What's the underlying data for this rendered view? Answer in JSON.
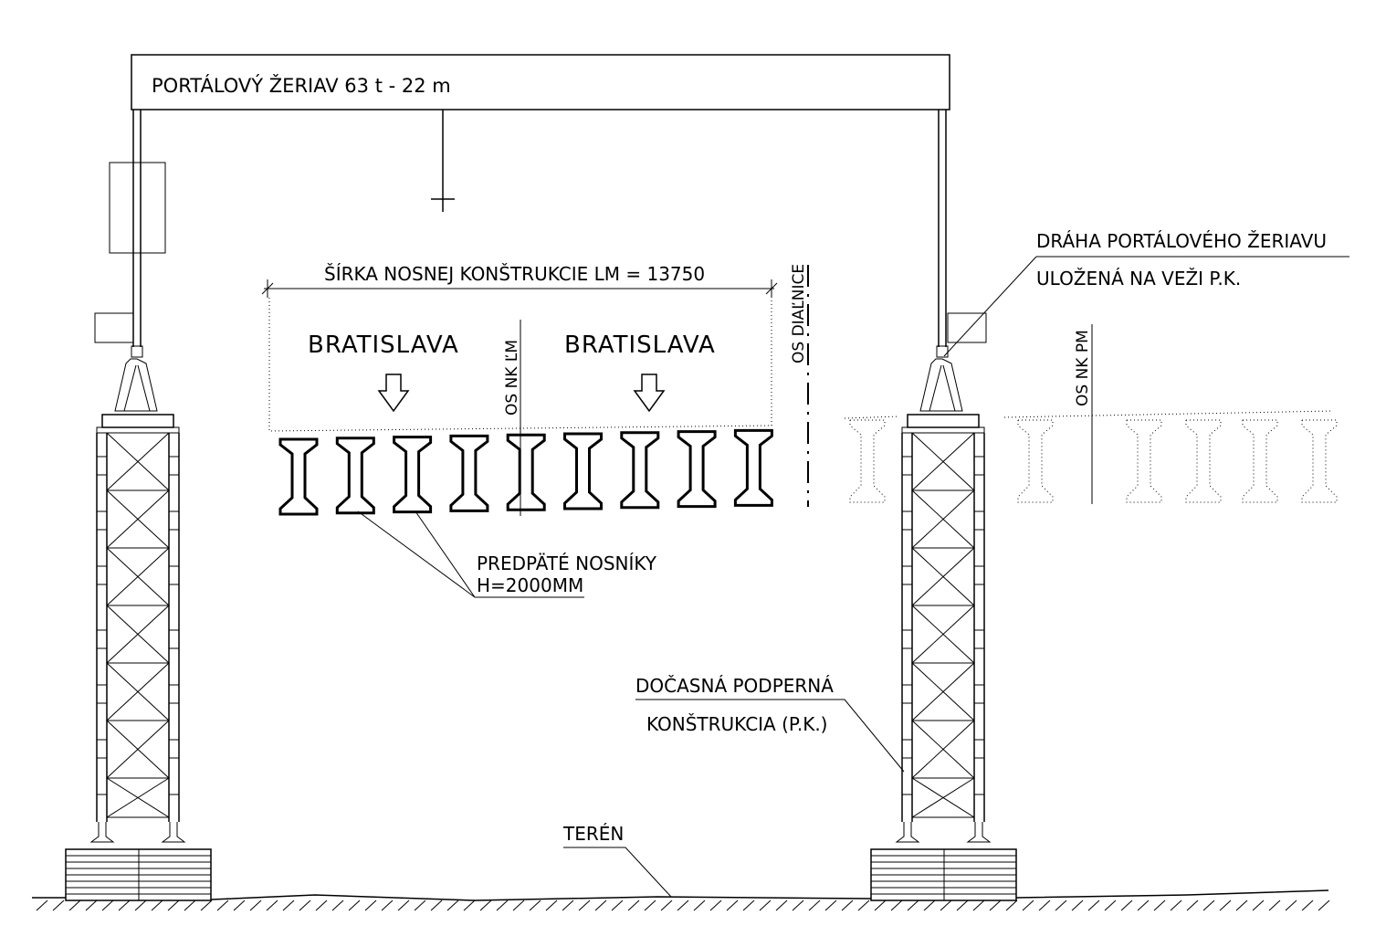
{
  "labels": {
    "crane": "PORTÁLOVÝ ŽERIAV 63 t - 22 m",
    "width": "ŠÍRKA NOSNEJ KONŠTRUKCIE LM = 13750",
    "city_left": "BRATISLAVA",
    "city_right": "BRATISLAVA",
    "axis_lm": "OS NK ĽM",
    "axis_highway": "OS DIAĽNICE",
    "axis_pm": "OS NK PM",
    "track_line1": "DRÁHA PORTÁLOVÉHO ŽERIAVU",
    "track_line2": "ULOŽENÁ NA VEŽI P.K.",
    "beams_line1": "PREDPÄTÉ NOSNÍKY",
    "beams_line2": "H=2000MM",
    "support_line1": "DOČASNÁ PODPERNÁ",
    "support_line2": "KONŠTRUKCIA (P.K.)",
    "terrain": "TERÉN"
  },
  "beam_count_lm": 9,
  "beam_count_pm": 6,
  "colors": {
    "line": "#000000",
    "background": "#ffffff"
  }
}
